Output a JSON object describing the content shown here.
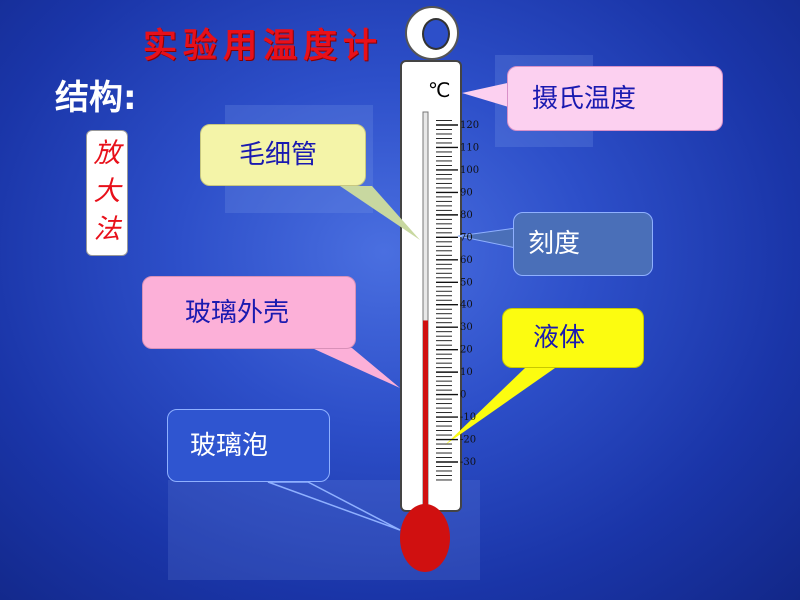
{
  "slide": {
    "title": "实验用温度计",
    "structure_label": "结构:",
    "magnify_method": [
      "放",
      "大",
      "法"
    ]
  },
  "thermometer": {
    "unit": "℃",
    "scale_labels": [
      "120",
      "110",
      "100",
      "90",
      "80",
      "70",
      "60",
      "50",
      "40",
      "30",
      "20",
      "10",
      "0",
      "-10",
      "-20",
      "-30"
    ],
    "liquid_level_celsius": 33,
    "liquid_color": "#d01010"
  },
  "callouts": {
    "celsius": {
      "label": "摄氏温度",
      "color": "#fcd0f0"
    },
    "capillary": {
      "label": "毛细管",
      "color": "#f4f4a8"
    },
    "scale": {
      "label": "刻度",
      "color": "#4a6fb8"
    },
    "glass_shell": {
      "label": "玻璃外壳",
      "color": "#fcb0d8"
    },
    "liquid": {
      "label": "液体",
      "color": "#fcfc10"
    },
    "glass_bulb": {
      "label": "玻璃泡",
      "color": "#2f55d0"
    }
  }
}
